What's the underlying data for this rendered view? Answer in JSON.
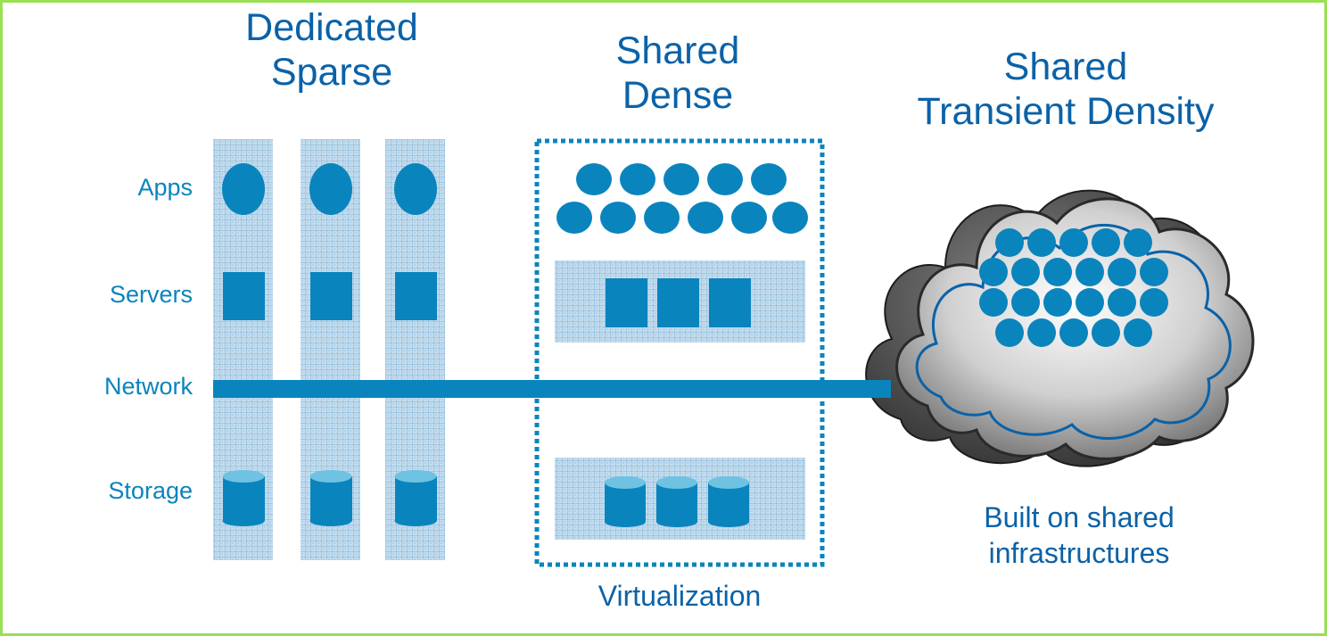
{
  "columns": {
    "dedicated": {
      "line1": "Dedicated",
      "line2": "Sparse"
    },
    "shared_dense": {
      "line1": "Shared",
      "line2": "Dense"
    },
    "shared_transient": {
      "line1": "Shared",
      "line2": "Transient Density"
    }
  },
  "row_labels": {
    "apps": "Apps",
    "servers": "Servers",
    "network": "Network",
    "storage": "Storage"
  },
  "captions": {
    "virtualization": "Virtualization",
    "cloud_line1": "Built on shared",
    "cloud_line2": "infrastructures"
  },
  "colors": {
    "primary": "#0a84bd",
    "title": "#0a62a8",
    "border": "#99e052",
    "pattern_light": "#c4dced",
    "pattern_grid": "#7fb4d9"
  }
}
